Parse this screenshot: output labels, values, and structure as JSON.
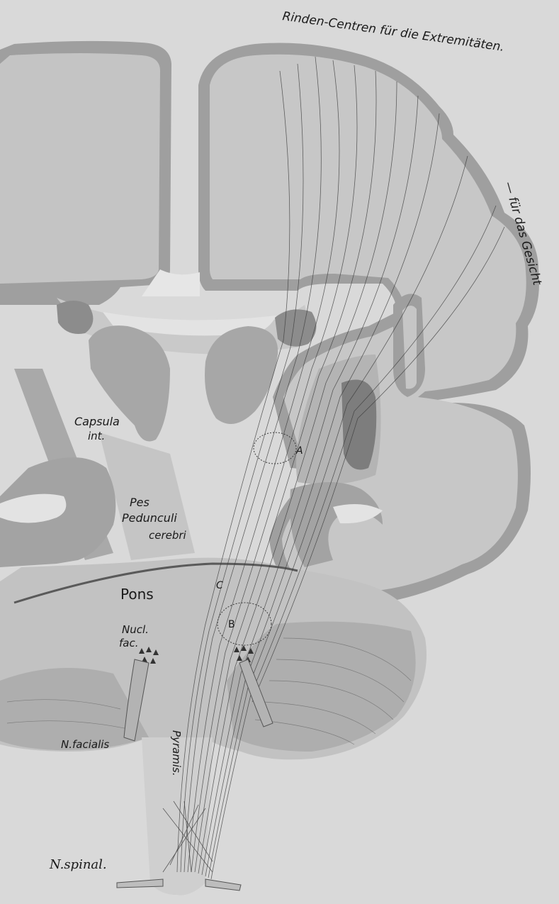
{
  "figure": {
    "labels": {
      "rinden_centren": "Rinden-Centren für die Extremitäten.",
      "fuer_das_gesicht": "— für das Gesicht",
      "capsula": "Capsula",
      "capsula_int": "int.",
      "pes": "Pes",
      "pedunculi": "Pedunculi",
      "cerebri": "cerebri",
      "pons": "Pons",
      "nucl": "Nucl.",
      "fac": "fac.",
      "n_facialis": "N.facialis",
      "pyramis": "Pyramis.",
      "n_spinal": "N.spinal.",
      "marker_a": "A",
      "marker_b": "B",
      "marker_c": "C"
    },
    "colors": {
      "paper": "#d9d9d9",
      "white_matter": "#cbcbcb",
      "grey_matter": "#9f9f9f",
      "dark_grey": "#7d7d7d",
      "ink": "#1a1a1a"
    }
  }
}
